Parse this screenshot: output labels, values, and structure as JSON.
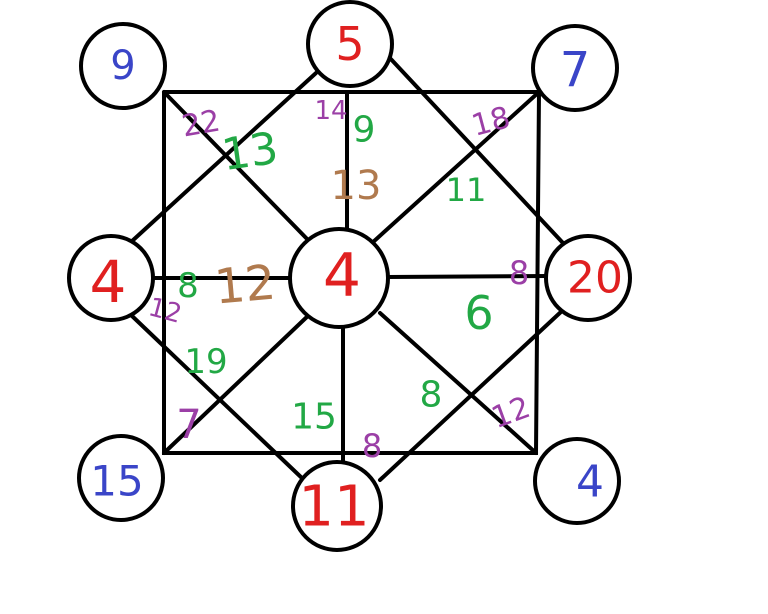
{
  "colors": {
    "line": "#000000",
    "node_fill": "#ffffff",
    "red": "#e02020",
    "blue": "#3a45c8",
    "green": "#22a845",
    "purple": "#9b3fa6",
    "brown": "#b07a4e"
  },
  "nodes": [
    {
      "id": "top-left",
      "label": "9",
      "color": "blue"
    },
    {
      "id": "top",
      "label": "5",
      "color": "red"
    },
    {
      "id": "top-right",
      "label": "7",
      "color": "blue"
    },
    {
      "id": "left",
      "label": "4",
      "color": "red"
    },
    {
      "id": "center",
      "label": "4",
      "color": "red"
    },
    {
      "id": "right",
      "label": "20",
      "color": "red"
    },
    {
      "id": "bottom-left",
      "label": "15",
      "color": "blue"
    },
    {
      "id": "bottom",
      "label": "11",
      "color": "red"
    },
    {
      "id": "bottom-right",
      "label": "4",
      "color": "blue"
    }
  ],
  "edge_labels": [
    {
      "id": "a",
      "text": "22",
      "color": "purple"
    },
    {
      "id": "b",
      "text": "13",
      "color": "green"
    },
    {
      "id": "c",
      "text": "14",
      "color": "purple"
    },
    {
      "id": "d",
      "text": "9",
      "color": "green"
    },
    {
      "id": "e",
      "text": "18",
      "color": "purple"
    },
    {
      "id": "f",
      "text": "13",
      "color": "brown"
    },
    {
      "id": "g",
      "text": "11",
      "color": "green"
    },
    {
      "id": "h",
      "text": "8",
      "color": "green"
    },
    {
      "id": "i",
      "text": "12",
      "color": "brown"
    },
    {
      "id": "j",
      "text": "8",
      "color": "purple"
    },
    {
      "id": "k",
      "text": "12",
      "color": "purple"
    },
    {
      "id": "l",
      "text": "6",
      "color": "green"
    },
    {
      "id": "m",
      "text": "19",
      "color": "green"
    },
    {
      "id": "n",
      "text": "7",
      "color": "purple"
    },
    {
      "id": "o",
      "text": "15",
      "color": "green"
    },
    {
      "id": "p",
      "text": "8",
      "color": "green"
    },
    {
      "id": "q",
      "text": "8",
      "color": "purple"
    },
    {
      "id": "r",
      "text": "12",
      "color": "purple"
    }
  ]
}
